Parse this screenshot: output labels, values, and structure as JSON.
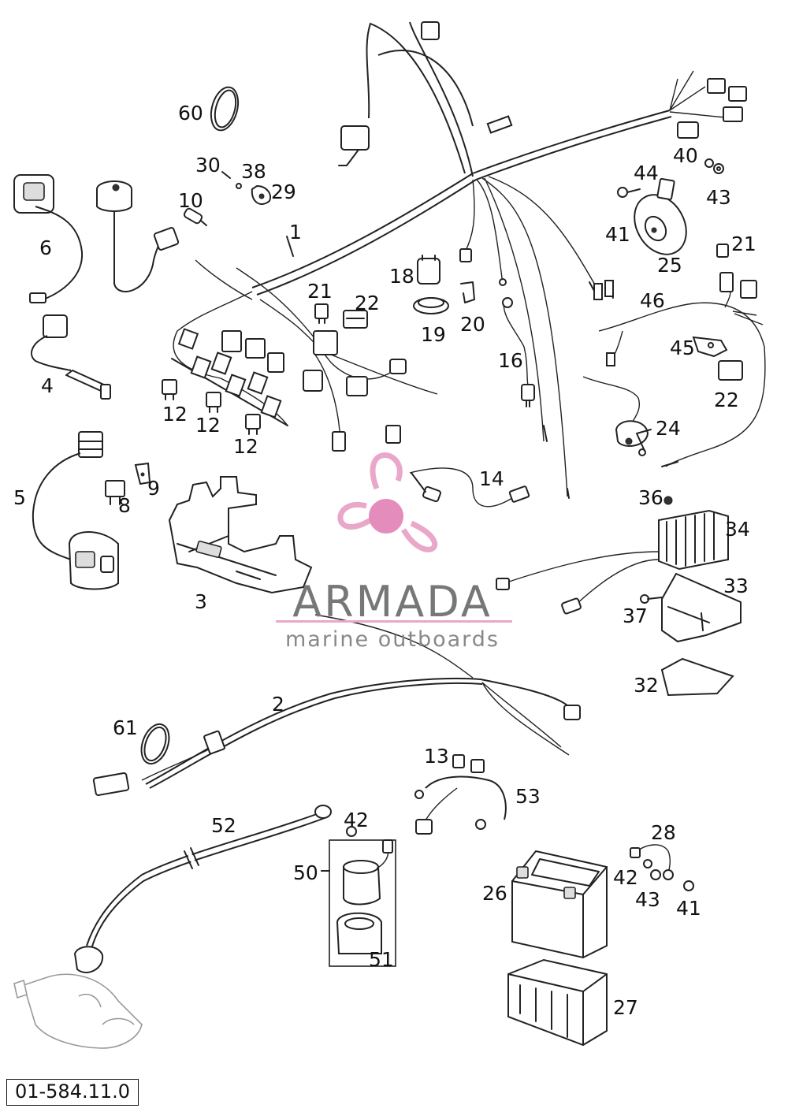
{
  "diagram": {
    "callouts": [
      {
        "id": "c60",
        "text": "60"
      },
      {
        "id": "c30",
        "text": "30"
      },
      {
        "id": "c38",
        "text": "38"
      },
      {
        "id": "c29",
        "text": "29"
      },
      {
        "id": "c10",
        "text": "10"
      },
      {
        "id": "c1",
        "text": "1"
      },
      {
        "id": "c6",
        "text": "6"
      },
      {
        "id": "c4",
        "text": "4"
      },
      {
        "id": "c5",
        "text": "5"
      },
      {
        "id": "c8",
        "text": "8"
      },
      {
        "id": "c9",
        "text": "9"
      },
      {
        "id": "c3",
        "text": "3"
      },
      {
        "id": "c12a",
        "text": "12"
      },
      {
        "id": "c12b",
        "text": "12"
      },
      {
        "id": "c12c",
        "text": "12"
      },
      {
        "id": "c21a",
        "text": "21"
      },
      {
        "id": "c22a",
        "text": "22"
      },
      {
        "id": "c18",
        "text": "18"
      },
      {
        "id": "c19",
        "text": "19"
      },
      {
        "id": "c20",
        "text": "20"
      },
      {
        "id": "c16",
        "text": "16"
      },
      {
        "id": "c14",
        "text": "14"
      },
      {
        "id": "c40",
        "text": "40"
      },
      {
        "id": "c43a",
        "text": "43"
      },
      {
        "id": "c44",
        "text": "44"
      },
      {
        "id": "c41a",
        "text": "41"
      },
      {
        "id": "c25",
        "text": "25"
      },
      {
        "id": "c21b",
        "text": "21"
      },
      {
        "id": "c46",
        "text": "46"
      },
      {
        "id": "c45",
        "text": "45"
      },
      {
        "id": "c22b",
        "text": "22"
      },
      {
        "id": "c24",
        "text": "24"
      },
      {
        "id": "c36",
        "text": "36"
      },
      {
        "id": "c34",
        "text": "34"
      },
      {
        "id": "c33",
        "text": "33"
      },
      {
        "id": "c37",
        "text": "37"
      },
      {
        "id": "c32",
        "text": "32"
      },
      {
        "id": "c2",
        "text": "2"
      },
      {
        "id": "c61",
        "text": "61"
      },
      {
        "id": "c13",
        "text": "13"
      },
      {
        "id": "c53",
        "text": "53"
      },
      {
        "id": "c52",
        "text": "52"
      },
      {
        "id": "c42a",
        "text": "42"
      },
      {
        "id": "c50",
        "text": "50"
      },
      {
        "id": "c51",
        "text": "51"
      },
      {
        "id": "c28",
        "text": "28"
      },
      {
        "id": "c42b",
        "text": "42"
      },
      {
        "id": "c43b",
        "text": "43"
      },
      {
        "id": "c41b",
        "text": "41"
      },
      {
        "id": "c26",
        "text": "26"
      },
      {
        "id": "c27",
        "text": "27"
      }
    ],
    "footer_code": "01-584.11.0"
  },
  "watermark": {
    "brand": "ARMADA",
    "tagline": "marine outboards",
    "brand_color": "#777777",
    "logo_color": "#e9a8c9",
    "logo_hub_color": "#e48cbc"
  }
}
